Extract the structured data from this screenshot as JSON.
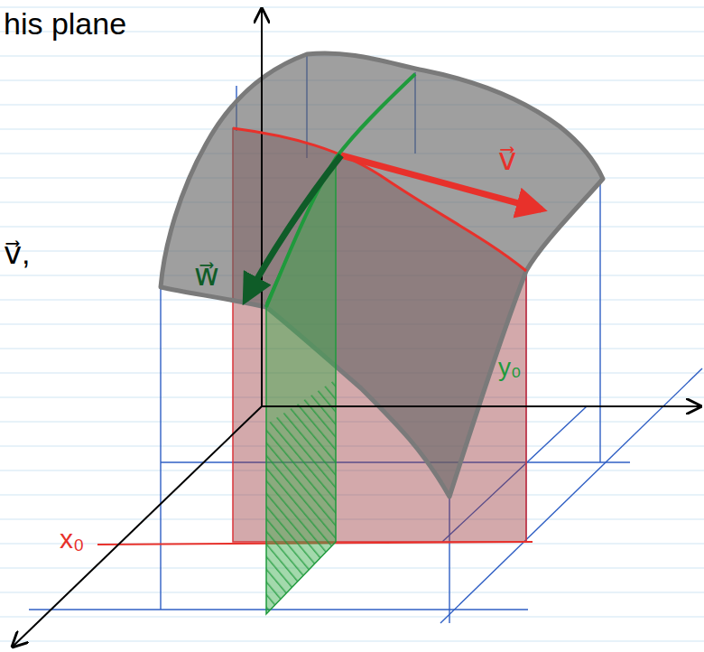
{
  "diagram": {
    "labels": [
      "his plane",
      "v⃗,",
      "w⃗",
      "v⃗",
      "y₀",
      "x₀"
    ]
  }
}
